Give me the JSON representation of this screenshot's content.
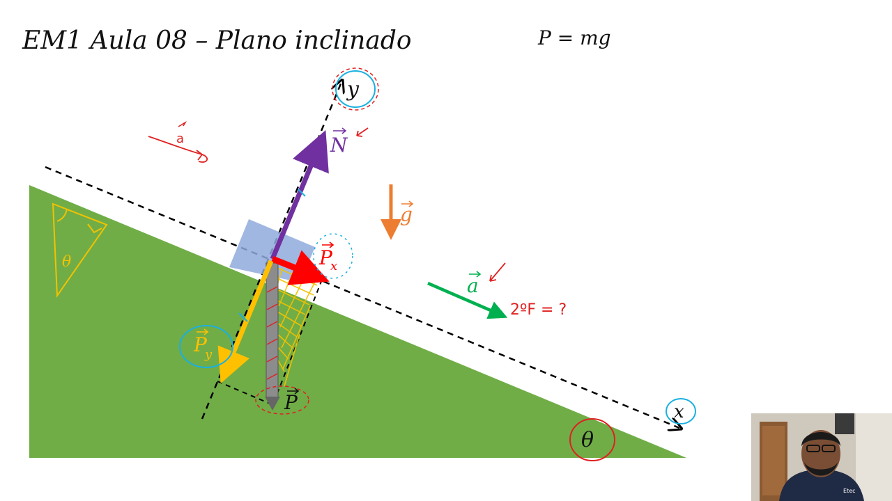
{
  "header": {
    "title": "EM1 Aula 08 – Plano inclinado",
    "formula": "P = mg"
  },
  "diagram": {
    "labels": {
      "axis_y": "y",
      "axis_x": "x",
      "normal": "N",
      "gravity": "g",
      "weight": "P",
      "weight_x": "P",
      "weight_x_sub": "x",
      "weight_y": "P",
      "weight_y_sub": "y",
      "acceleration": "a",
      "angle": "θ",
      "triangle_angle": "θ",
      "annotation_accel": "a",
      "annotation_force": "2ºF = ?"
    },
    "colors": {
      "ramp": "#70ad47",
      "block": "#8faadc",
      "normal": "#7030a0",
      "gravity": "#ed7d31",
      "weight_x": "#ff0000",
      "weight_y": "#ffc000",
      "weight": "#808080",
      "acceleration": "#00b050",
      "ink_red": "#e02020",
      "ink_cyan": "#1ab0e0",
      "ink_yellow": "#f2c200"
    }
  },
  "webcam": {
    "badge": "Etec"
  }
}
